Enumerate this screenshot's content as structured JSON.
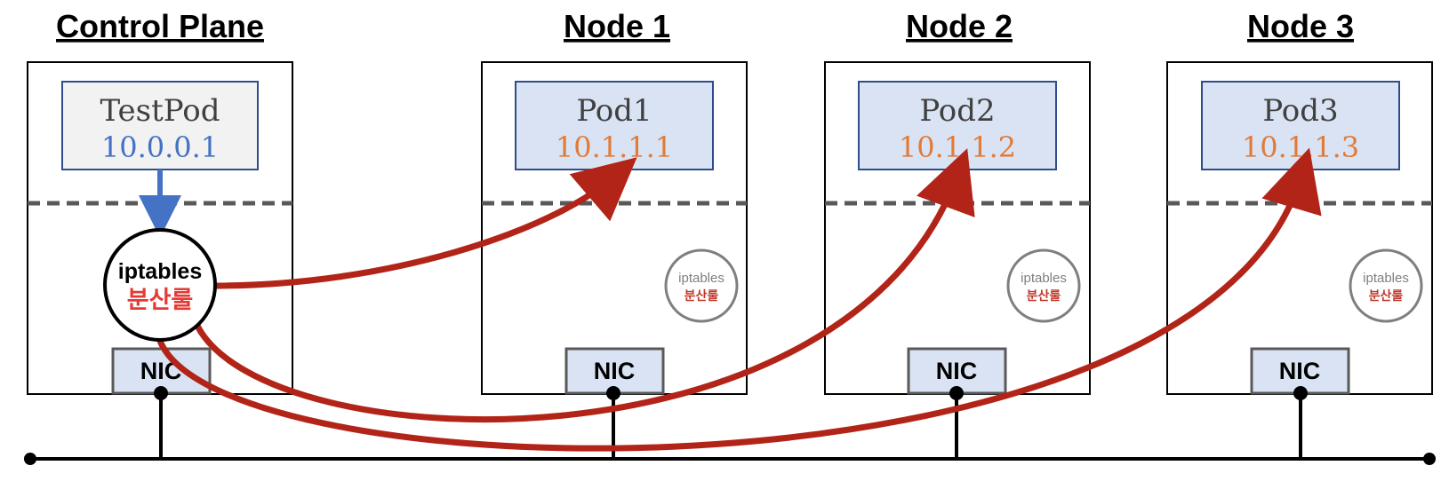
{
  "headers": {
    "control_plane": "Control Plane",
    "node1": "Node 1",
    "node2": "Node 2",
    "node3": "Node 3"
  },
  "test_pod": {
    "name": "TestPod",
    "ip": "10.0.0.1"
  },
  "pods": [
    {
      "name": "Pod1",
      "ip": "10.1.1.1"
    },
    {
      "name": "Pod2",
      "ip": "10.1.1.2"
    },
    {
      "name": "Pod3",
      "ip": "10.1.1.3"
    }
  ],
  "nic_label": "NIC",
  "iptables": {
    "label": "iptables",
    "rule": "분산룰"
  },
  "colors": {
    "pod_fill": "#dae3f3",
    "testpod_fill": "#f2f2f2",
    "box_stroke": "#2f4d8a",
    "testpod_ip": "#4472c4",
    "pod_ip": "#e07b39",
    "rule_text": "#e53935",
    "arrow_red": "#b22418",
    "arrow_blue": "#4472c4",
    "dash": "#595959",
    "nic_stroke": "#595959"
  }
}
